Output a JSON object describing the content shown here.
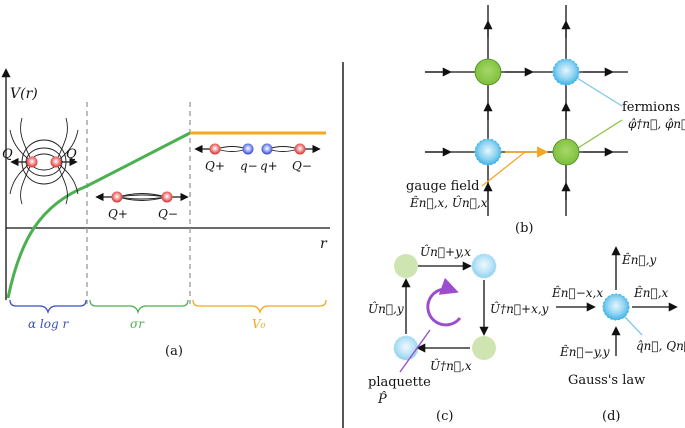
{
  "panel_a": {
    "y_axis_label": "V(r)",
    "x_axis_label": "r",
    "dipole_left_label": "Q",
    "dipole_right_label": "Q",
    "string_charge_plus": "Q+",
    "string_charge_minus": "Q−",
    "broken_labels": [
      "Q+",
      "q−",
      "q+",
      "Q−"
    ],
    "region_labels": [
      "α log r",
      "σr",
      "V₀"
    ],
    "panel_label": "(a)",
    "colors": {
      "curve": "#4caf50",
      "flat": "#f5a623",
      "divider": "#999999",
      "blue_brace": "#3a4fc4",
      "green_brace": "#4caf50",
      "orange_brace": "#f5a623"
    }
  },
  "panel_b": {
    "fermions_label": "fermions",
    "fermion_fields": "φ̂†n⃗, φ̂n⃗",
    "gauge_field_label": "gauge field",
    "gauge_field_ops": "Ên⃗,x, Ûn⃗,x",
    "panel_label": "(b)",
    "colors": {
      "site_green": "#8bc34a",
      "site_blue": "#4fc3f7",
      "fermion_line": "#7ec8e3",
      "gauge_line": "#f5a623"
    }
  },
  "panel_c": {
    "top_op": "Ûn⃗+y,x",
    "right_op": "Û†n⃗+x,y",
    "bottom_op": "Û†n⃗,x",
    "left_op": "Ûn⃗,y",
    "plaquette_label": "plaquette",
    "plaquette_op": "P̂",
    "panel_label": "(c)",
    "colors": {
      "circle": "#9c4dcc"
    }
  },
  "panel_d": {
    "top_field": "Ên⃗,y",
    "left_field": "Ên⃗−x,x",
    "right_field": "Ên⃗,x",
    "bottom_field": "Ên⃗−y,y",
    "charge_label": "q̂n⃗, Qn⃗",
    "title": "Gauss's law",
    "panel_label": "(d)"
  }
}
